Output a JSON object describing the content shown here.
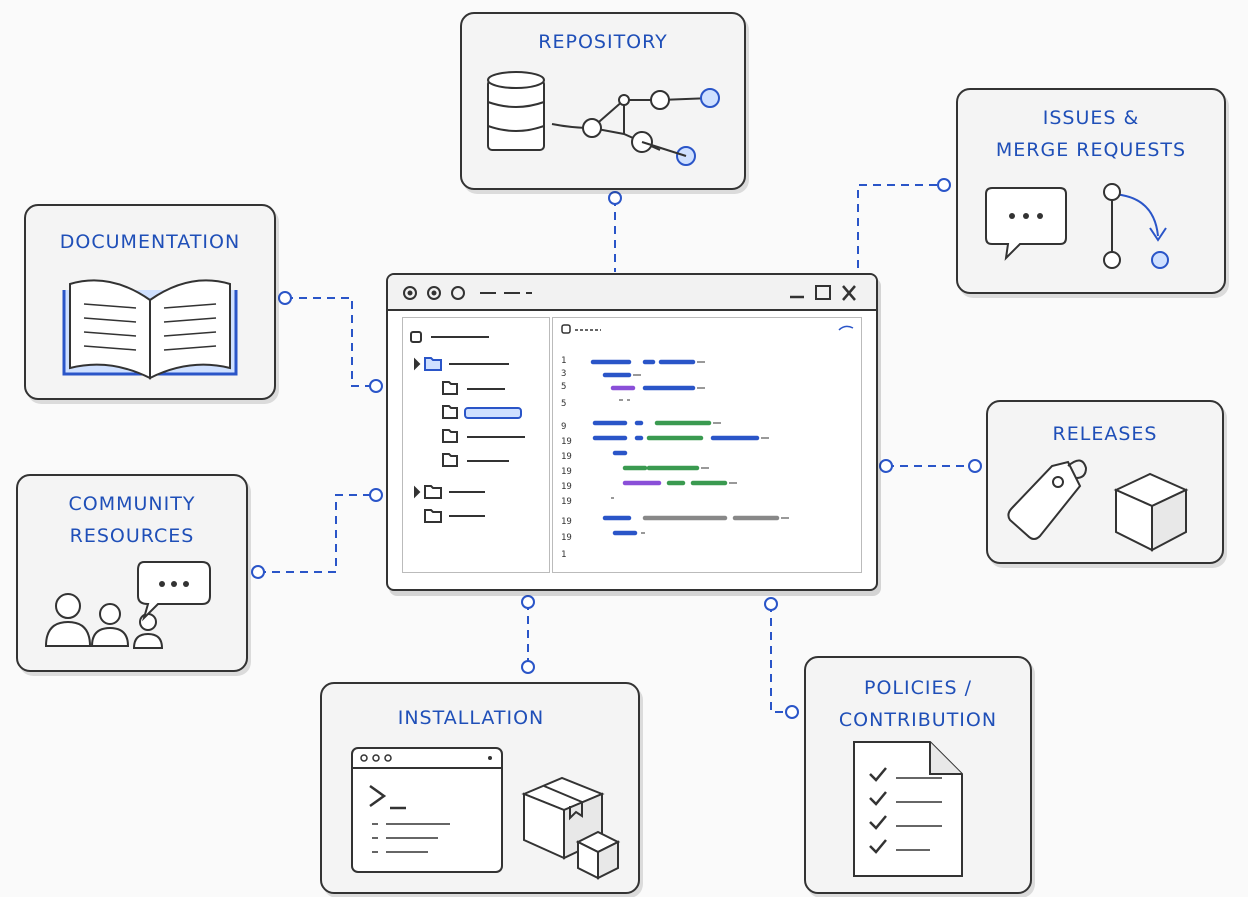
{
  "cards": {
    "repository": {
      "title": "REPOSITORY"
    },
    "issues": {
      "title": "ISSUES &\nMERGE REQUESTS"
    },
    "documentation": {
      "title": "DOCUMENTATION"
    },
    "releases": {
      "title": "RELEASES"
    },
    "community": {
      "title": "COMMUNITY\nRESOURCES"
    },
    "installation": {
      "title": "INSTALLATION"
    },
    "policies": {
      "title": "POLICIES /\nCONTRIBUTION"
    }
  },
  "editor": {
    "line_numbers": [
      "1",
      "3",
      "5",
      "5",
      "9",
      "19",
      "19",
      "19",
      "19",
      "19",
      "19",
      "19",
      "1"
    ]
  },
  "colors": {
    "accent": "#1f4fb8",
    "ink": "#333333"
  }
}
